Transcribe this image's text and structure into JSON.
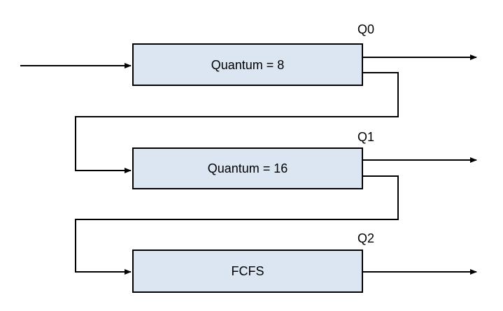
{
  "diagram": {
    "queues": [
      {
        "id": "Q0",
        "label": "Quantum = 8"
      },
      {
        "id": "Q1",
        "label": "Quantum = 16"
      },
      {
        "id": "Q2",
        "label": "FCFS"
      }
    ],
    "colors": {
      "box_fill": "#dbe6f2",
      "box_border": "#000000",
      "arrow": "#000000",
      "text": "#000000"
    }
  }
}
